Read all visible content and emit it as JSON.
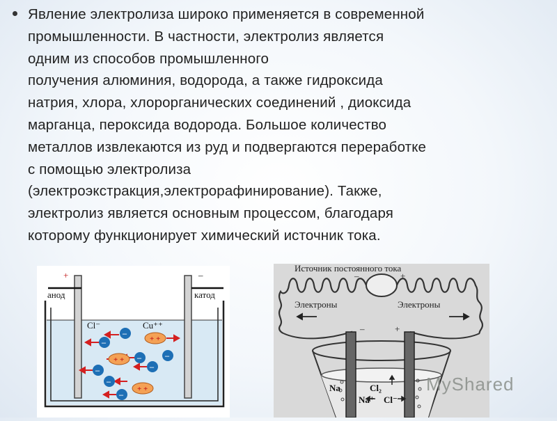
{
  "text": {
    "lines": [
      "Явление электролиза широко применяется в современной",
      "промышленности. В частности, электролиз является",
      "одним из способов промышленного",
      "получения алюминия, водорода, а также гидроксида",
      "натрия, хлора, хлорорганических соединений , диоксида",
      "марганца, пероксида водорода. Большое количество",
      "металлов извлекаются из руд и подвергаются переработке",
      "с помощью электролиза",
      "(электроэкстракция,электрорафинирование). Также,",
      "электролиз является основным процессом, благодаря",
      "которому функционирует химический источник тока."
    ]
  },
  "figure_left": {
    "plus_sign": "+",
    "minus_sign": "–",
    "anode_label": "анод",
    "cathode_label": "катод",
    "cl_label": "Cl⁻",
    "cu_label": "Cu⁺⁺",
    "ion_plus": "+ +",
    "ion_minus": "–",
    "liquid_color": "#d8e9f4",
    "arrow_color": "#d42020",
    "anion_color": "#1d6fb5",
    "cation_color": "#f4a155"
  },
  "figure_right": {
    "source_label": "Источник постоянного тока",
    "minus_sign": "–",
    "plus_sign": "+",
    "electrons_left": "Электроны",
    "electrons_right": "Электроны",
    "na_label": "Na",
    "cl2_label": "Cl₂",
    "na_plus_label": "Na⁺",
    "cl_minus_label": "Cl⁻",
    "dot_label": "."
  },
  "watermark": "MyShared"
}
